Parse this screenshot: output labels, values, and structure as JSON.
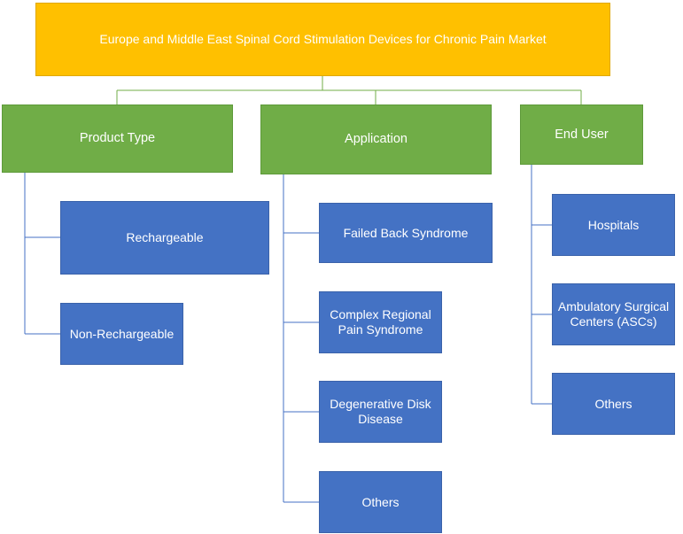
{
  "root": {
    "label": "Europe and Middle East Spinal Cord Stimulation Devices  for Chronic Pain Market"
  },
  "categories": [
    {
      "label": "Product Type",
      "children": [
        "Rechargeable",
        "Non-Rechargeable"
      ]
    },
    {
      "label": "Application",
      "children": [
        "Failed Back Syndrome",
        "Complex Regional Pain Syndrome",
        "Degenerative  Disk Disease",
        "Others"
      ]
    },
    {
      "label": "End User",
      "children": [
        "Hospitals",
        "Ambulatory Surgical Centers (ASCs)",
        "Others"
      ]
    }
  ],
  "colors": {
    "root_fill": "#ffc000",
    "category_fill": "#70ad47",
    "leaf_fill": "#4472c4",
    "root_connector": "#70ad47",
    "leaf_connector": "#4472c4"
  }
}
